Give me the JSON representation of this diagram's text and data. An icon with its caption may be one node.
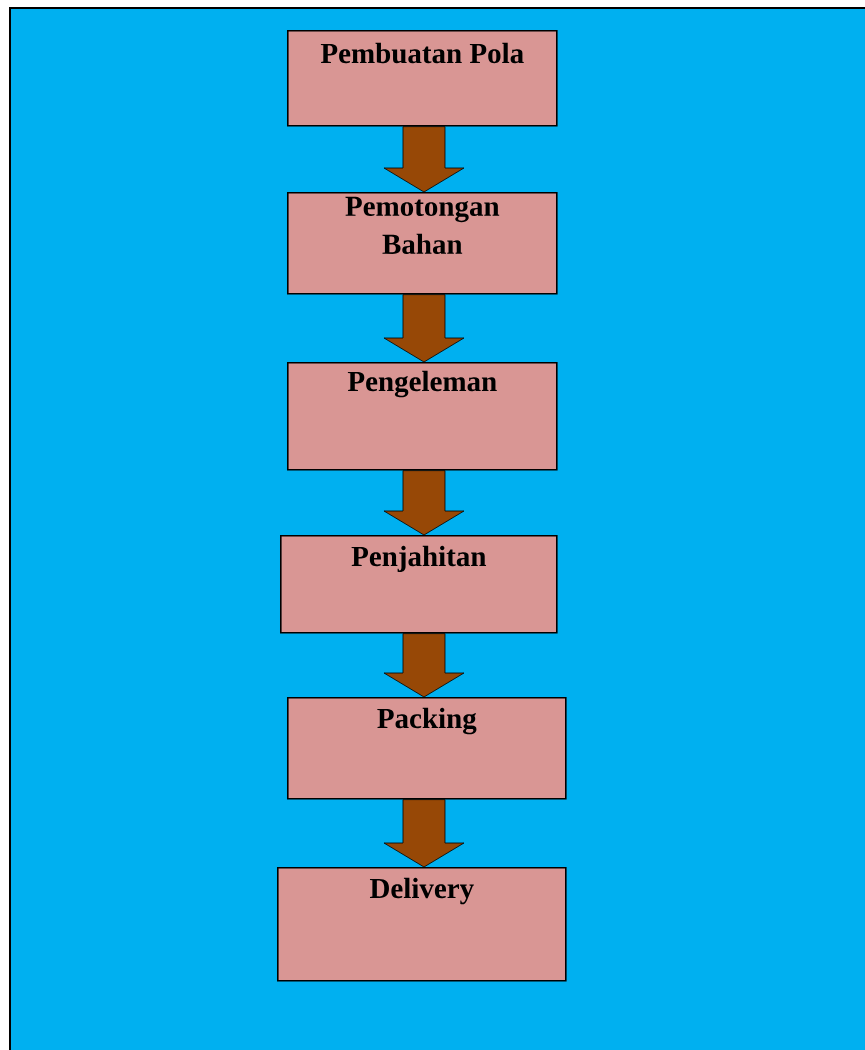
{
  "diagram": {
    "nodes": [
      {
        "text": [
          "Pembuatan Pola"
        ]
      },
      {
        "text": [
          "Pemotongan Bahan"
        ]
      },
      {
        "text": [
          "Pengeleman"
        ]
      },
      {
        "text": [
          "Penjahitan"
        ]
      },
      {
        "text": [
          "Packing"
        ]
      },
      {
        "text": [
          "Delivery"
        ]
      }
    ],
    "edges": [
      {
        "from": 0,
        "to": 1,
        "arrow": "to"
      },
      {
        "from": 1,
        "to": 2,
        "arrow": "to"
      },
      {
        "from": 2,
        "to": 3,
        "arrow": "to"
      },
      {
        "from": 3,
        "to": 4,
        "arrow": "to"
      },
      {
        "from": 4,
        "to": 5,
        "arrow": "to"
      }
    ]
  }
}
